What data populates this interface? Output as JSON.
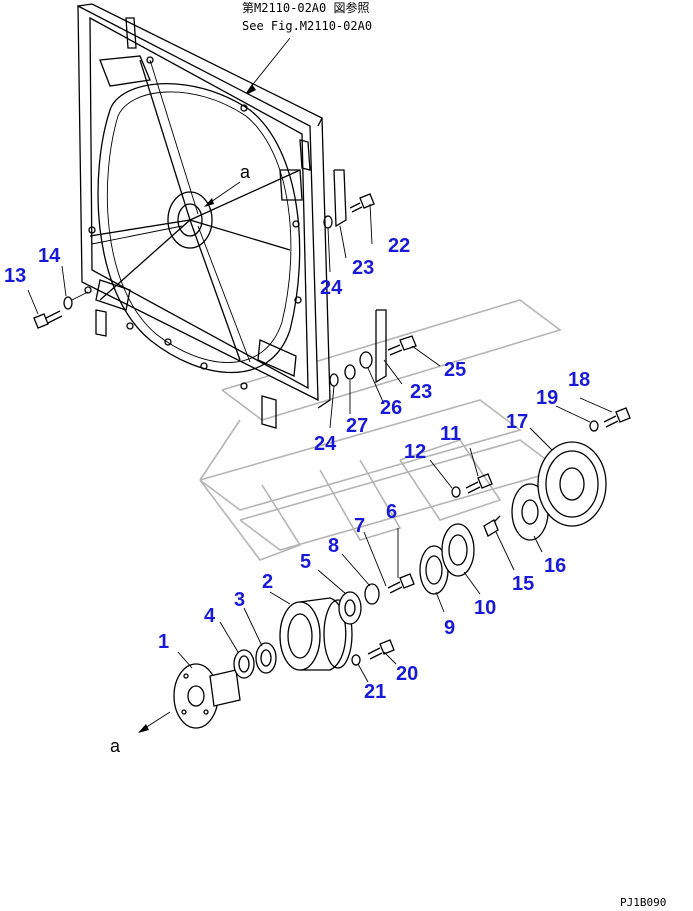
{
  "reference": {
    "line1": "第M2110-02A0 図参照",
    "line2": "See Fig.M2110-02A0"
  },
  "view_letter": "a",
  "drawing_code": "PJ1B090",
  "callout_color": "#1a1ad6",
  "parts": [
    {
      "id": "p1",
      "number": "1"
    },
    {
      "id": "p2",
      "number": "2"
    },
    {
      "id": "p3",
      "number": "3"
    },
    {
      "id": "p4",
      "number": "4"
    },
    {
      "id": "p5",
      "number": "5"
    },
    {
      "id": "p6",
      "number": "6"
    },
    {
      "id": "p7",
      "number": "7"
    },
    {
      "id": "p8",
      "number": "8"
    },
    {
      "id": "p9",
      "number": "9"
    },
    {
      "id": "p10",
      "number": "10"
    },
    {
      "id": "p11",
      "number": "11"
    },
    {
      "id": "p12",
      "number": "12"
    },
    {
      "id": "p13",
      "number": "13"
    },
    {
      "id": "p14",
      "number": "14"
    },
    {
      "id": "p15",
      "number": "15"
    },
    {
      "id": "p16",
      "number": "16"
    },
    {
      "id": "p17",
      "number": "17"
    },
    {
      "id": "p18",
      "number": "18"
    },
    {
      "id": "p19",
      "number": "19"
    },
    {
      "id": "p20",
      "number": "20"
    },
    {
      "id": "p21",
      "number": "21"
    },
    {
      "id": "p22",
      "number": "22"
    },
    {
      "id": "p23a",
      "number": "23"
    },
    {
      "id": "p23b",
      "number": "23"
    },
    {
      "id": "p24a",
      "number": "24"
    },
    {
      "id": "p24b",
      "number": "24"
    },
    {
      "id": "p25",
      "number": "25"
    },
    {
      "id": "p26",
      "number": "26"
    },
    {
      "id": "p27",
      "number": "27"
    }
  ]
}
